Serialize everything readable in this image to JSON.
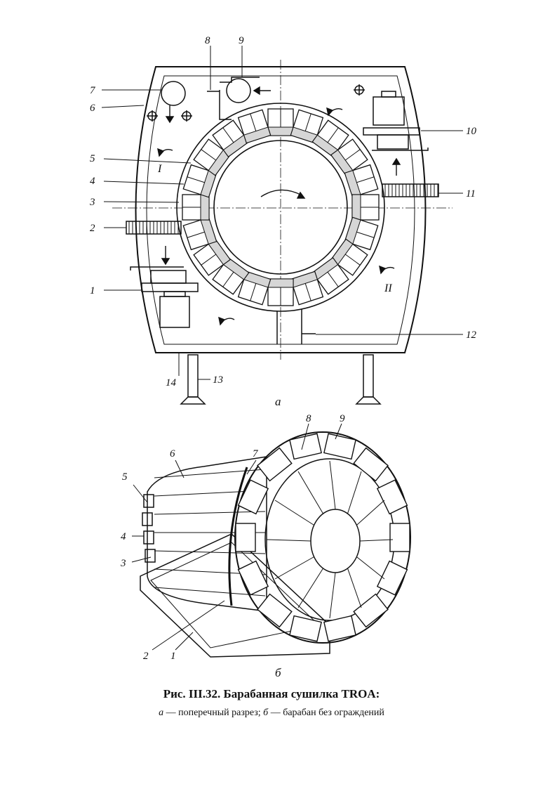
{
  "figure_a": {
    "sublabel": "а",
    "labels": [
      "1",
      "2",
      "3",
      "4",
      "5",
      "6",
      "7",
      "8",
      "9",
      "10",
      "11",
      "12",
      "13",
      "14"
    ],
    "zones": [
      "I",
      "II"
    ]
  },
  "figure_b": {
    "sublabel": "б",
    "labels": [
      "1",
      "2",
      "3",
      "4",
      "5",
      "6",
      "7",
      "8",
      "9"
    ]
  },
  "caption": {
    "title": "Рис. III.32. Барабанная сушилка TROA:",
    "part_a": "а",
    "text_a": " — поперечный разрез; ",
    "part_b": "б",
    "text_b": " — барабан без ограждений"
  }
}
